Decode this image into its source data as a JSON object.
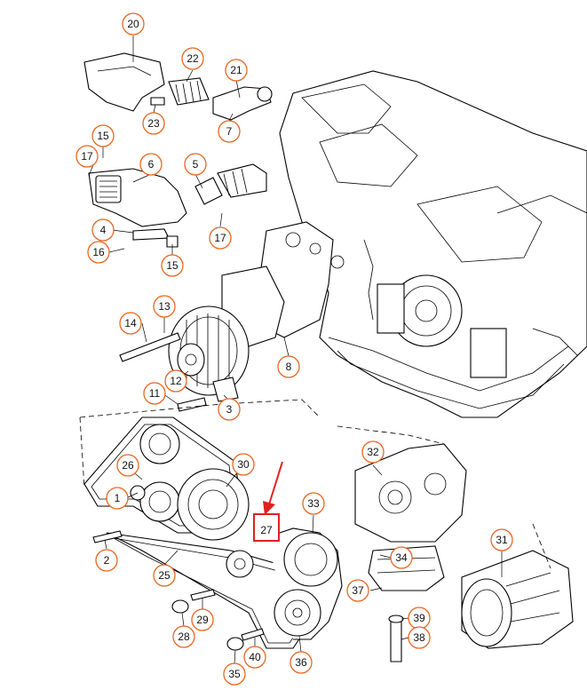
{
  "diagram": {
    "callouts": [
      "20",
      "22",
      "21",
      "23",
      "7",
      "15",
      "17",
      "6",
      "5",
      "4",
      "17",
      "16",
      "15",
      "14",
      "13",
      "8",
      "12",
      "11",
      "3",
      "26",
      "30",
      "1",
      "27",
      "33",
      "32",
      "2",
      "25",
      "34",
      "31",
      "37",
      "29",
      "39",
      "28",
      "38",
      "40",
      "36",
      "35"
    ],
    "highlighted_callout": "27",
    "colors": {
      "callout_ring": "#e8661f",
      "highlight": "#e02020",
      "line": "#000000"
    }
  }
}
